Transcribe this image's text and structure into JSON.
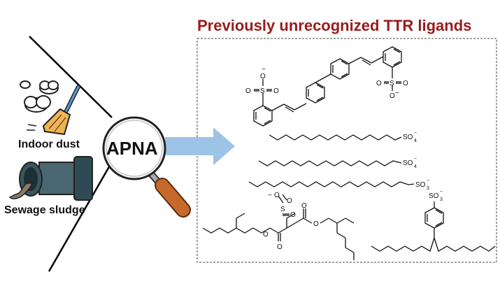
{
  "title": "Previously unrecognized TTR ligands",
  "sources": {
    "dust_label": "Indoor dust",
    "sludge_label": "Sewage sludge"
  },
  "method_label": "APNA",
  "chem_labels": {
    "so3": "SO",
    "sub3": "3",
    "so4": "SO",
    "sub4": "4",
    "minus": "−",
    "o": "O",
    "s": "S"
  },
  "colors": {
    "title": "#9c1a1a",
    "arrow": "#9dc3e6",
    "magnifier_handle": "#c6692a",
    "pipe": "#4a6670"
  }
}
